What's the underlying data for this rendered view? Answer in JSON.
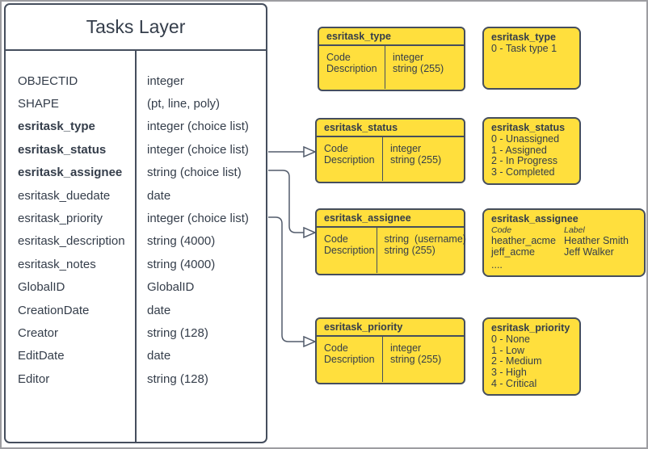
{
  "colors": {
    "box_fill": "#FFDF3D",
    "stroke": "#454E5D",
    "text": "#343D4A"
  },
  "tasks_layer": {
    "title": "Tasks Layer",
    "fields": [
      {
        "name": "OBJECTID",
        "type": "integer"
      },
      {
        "name": "SHAPE",
        "type": "(pt, line, poly)"
      },
      {
        "name": "esritask_type",
        "type": "integer (choice list)"
      },
      {
        "name": "esritask_status",
        "type": "integer (choice list)"
      },
      {
        "name": "esritask_assignee",
        "type": "string (choice list)"
      },
      {
        "name": "esritask_duedate",
        "type": "date"
      },
      {
        "name": "esritask_priority",
        "type": "integer (choice list)"
      },
      {
        "name": "esritask_description",
        "type": "string (4000)"
      },
      {
        "name": "esritask_notes",
        "type": "string (4000)"
      },
      {
        "name": "GlobalID",
        "type": "GlobalID"
      },
      {
        "name": "CreationDate",
        "type": "date"
      },
      {
        "name": "Creator",
        "type": "string (128)"
      },
      {
        "name": "EditDate",
        "type": "date"
      },
      {
        "name": "Editor",
        "type": "string (128)"
      }
    ]
  },
  "domain_tables": [
    {
      "title": "esritask_type",
      "fields": [
        "Code",
        "Description"
      ],
      "types": [
        "integer",
        "string (255)"
      ]
    },
    {
      "title": "esritask_status",
      "fields": [
        "Code",
        "Description"
      ],
      "types": [
        "integer",
        "string (255)"
      ]
    },
    {
      "title": "esritask_assignee",
      "fields": [
        "Code",
        "Description"
      ],
      "types": [
        "string  (username)",
        "string (255)"
      ]
    },
    {
      "title": "esritask_priority",
      "fields": [
        "Code",
        "Description"
      ],
      "types": [
        "integer",
        "string (255)"
      ]
    }
  ],
  "value_lists": {
    "type": {
      "title": "esritask_type",
      "items": [
        "0 - Task type 1"
      ]
    },
    "status": {
      "title": "esritask_status",
      "items": [
        "0 - Unassigned",
        "1 - Assigned",
        "2 - In Progress",
        "3 - Completed"
      ]
    },
    "assignee": {
      "title": "esritask_assignee",
      "col_headers": [
        "Code",
        "Label"
      ],
      "rows": [
        [
          "heather_acme",
          "Heather Smith"
        ],
        [
          "jeff_acme",
          "Jeff Walker"
        ]
      ],
      "more": "...."
    },
    "priority": {
      "title": "esritask_priority",
      "items": [
        "0 - None",
        "1 - Low",
        "2 - Medium",
        "3 - High",
        "4 - Critical"
      ]
    }
  }
}
